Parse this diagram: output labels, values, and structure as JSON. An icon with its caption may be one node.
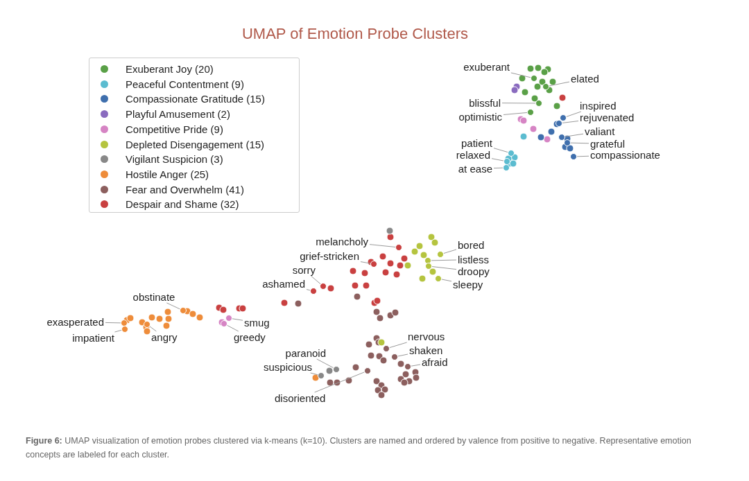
{
  "diagram": {
    "title": "UMAP of Emotion Probe Clusters",
    "caption": "**Figure 6:** UMAP visualization of emotion probes clustered via k-means (k=10). Clusters are named and ordered by valence from positive to negative. Representative emotion concepts are labeled for each cluster.",
    "nodes": [
      {
        "text": [
          "exuberant"
        ]
      },
      {
        "text": [],
        "shape": "circle"
      },
      {
        "text": [
          "elated"
        ]
      },
      {
        "text": [],
        "shape": "circle"
      },
      {
        "text": [
          "blissful"
        ]
      },
      {
        "text": [],
        "shape": "circle"
      },
      {
        "text": [
          "inspired"
        ]
      },
      {
        "text": [],
        "shape": "circle"
      },
      {
        "text": [
          "optimistic"
        ]
      },
      {
        "text": [],
        "shape": "circle"
      },
      {
        "text": [
          "rejuvenated"
        ]
      },
      {
        "text": [],
        "shape": "circle"
      },
      {
        "text": [
          "valiant"
        ]
      },
      {
        "text": [],
        "shape": "circle"
      },
      {
        "text": [
          "patient"
        ]
      },
      {
        "text": [],
        "shape": "circle"
      },
      {
        "text": [
          "grateful"
        ]
      },
      {
        "text": [],
        "shape": "circle"
      },
      {
        "text": [
          "relaxed"
        ]
      },
      {
        "text": [],
        "shape": "circle"
      },
      {
        "text": [
          "compassionate"
        ]
      },
      {
        "text": [],
        "shape": "circle"
      },
      {
        "text": [
          "at ease"
        ]
      },
      {
        "text": [],
        "shape": "circle"
      },
      {
        "text": [
          "melancholy"
        ]
      },
      {
        "text": [],
        "shape": "circle"
      },
      {
        "text": [
          "bored"
        ]
      },
      {
        "text": [],
        "shape": "circle"
      },
      {
        "text": [
          "grief-stricken"
        ]
      },
      {
        "text": [],
        "shape": "circle"
      },
      {
        "text": [
          "listless"
        ]
      },
      {
        "text": [],
        "shape": "circle"
      },
      {
        "text": [
          "sorry"
        ]
      },
      {
        "text": [],
        "shape": "circle"
      },
      {
        "text": [
          "droopy"
        ]
      },
      {
        "text": [],
        "shape": "circle"
      },
      {
        "text": [
          "ashamed"
        ]
      },
      {
        "text": [],
        "shape": "circle"
      },
      {
        "text": [
          "sleepy"
        ]
      },
      {
        "text": [],
        "shape": "circle"
      },
      {
        "text": [
          "obstinate"
        ]
      },
      {
        "text": [],
        "shape": "circle"
      },
      {
        "text": [
          "exasperated"
        ]
      },
      {
        "text": [],
        "shape": "circle"
      },
      {
        "text": [
          "smug"
        ]
      },
      {
        "text": [],
        "shape": "circle"
      },
      {
        "text": [
          "impatient"
        ]
      },
      {
        "text": [],
        "shape": "circle"
      },
      {
        "text": [
          "angry"
        ]
      },
      {
        "text": [],
        "shape": "circle"
      },
      {
        "text": [
          "greedy"
        ]
      },
      {
        "text": [],
        "shape": "circle"
      },
      {
        "text": [
          "nervous"
        ]
      },
      {
        "text": [],
        "shape": "circle"
      },
      {
        "text": [
          "shaken"
        ]
      },
      {
        "text": [],
        "shape": "circle"
      },
      {
        "text": [
          "paranoid"
        ]
      },
      {
        "text": [],
        "shape": "circle"
      },
      {
        "text": [
          "afraid"
        ]
      },
      {
        "text": [],
        "shape": "circle"
      },
      {
        "text": [
          "suspicious"
        ]
      },
      {
        "text": [],
        "shape": "circle"
      },
      {
        "text": [
          "disoriented"
        ]
      },
      {
        "text": [],
        "shape": "circle"
      }
    ],
    "edges": [
      {
        "from": 0,
        "to": 1,
        "arrow": "none"
      },
      {
        "from": 2,
        "to": 3,
        "arrow": "none"
      },
      {
        "from": 4,
        "to": 5,
        "arrow": "none"
      },
      {
        "from": 6,
        "to": 7,
        "arrow": "none"
      },
      {
        "from": 8,
        "to": 9,
        "arrow": "none"
      },
      {
        "from": 10,
        "to": 11,
        "arrow": "none"
      },
      {
        "from": 12,
        "to": 13,
        "arrow": "none"
      },
      {
        "from": 14,
        "to": 15,
        "arrow": "none"
      },
      {
        "from": 16,
        "to": 17,
        "arrow": "none"
      },
      {
        "from": 18,
        "to": 19,
        "arrow": "none"
      },
      {
        "from": 20,
        "to": 21,
        "arrow": "none"
      },
      {
        "from": 22,
        "to": 23,
        "arrow": "none"
      },
      {
        "from": 24,
        "to": 25,
        "arrow": "none"
      },
      {
        "from": 26,
        "to": 27,
        "arrow": "none"
      },
      {
        "from": 28,
        "to": 29,
        "arrow": "none"
      },
      {
        "from": 30,
        "to": 31,
        "arrow": "none"
      },
      {
        "from": 32,
        "to": 33,
        "arrow": "none"
      },
      {
        "from": 34,
        "to": 35,
        "arrow": "none"
      },
      {
        "from": 36,
        "to": 37,
        "arrow": "none"
      },
      {
        "from": 38,
        "to": 39,
        "arrow": "none"
      },
      {
        "from": 40,
        "to": 41,
        "arrow": "none"
      },
      {
        "from": 42,
        "to": 43,
        "arrow": "none"
      },
      {
        "from": 44,
        "to": 45,
        "arrow": "none"
      },
      {
        "from": 46,
        "to": 47,
        "arrow": "none"
      },
      {
        "from": 48,
        "to": 49,
        "arrow": "none"
      },
      {
        "from": 50,
        "to": 51,
        "arrow": "none"
      },
      {
        "from": 52,
        "to": 53,
        "arrow": "none"
      },
      {
        "from": 54,
        "to": 55,
        "arrow": "none"
      },
      {
        "from": 56,
        "to": 57,
        "arrow": "none"
      },
      {
        "from": 58,
        "to": 59,
        "arrow": "none"
      },
      {
        "from": 60,
        "to": 61,
        "arrow": "none"
      },
      {
        "from": 62,
        "to": 63,
        "arrow": "none"
      }
    ],
    "legend": [
      {
        "text": "Exuberant Joy (20)",
        "color": "#5aa047"
      },
      {
        "text": "Peaceful Contentment (9)",
        "color": "#5bbcd0"
      },
      {
        "text": "Compassionate Gratitude (15)",
        "color": "#3f6fad"
      },
      {
        "text": "Playful Amusement (2)",
        "color": "#8a6bbf"
      },
      {
        "text": "Competitive Pride (9)",
        "color": "#d684c4"
      },
      {
        "text": "Depleted Disengagement (15)",
        "color": "#b5c43f"
      },
      {
        "text": "Vigilant Suspicion (3)",
        "color": "#888888"
      },
      {
        "text": "Hostile Anger (25)",
        "color": "#ee8c3a"
      },
      {
        "text": "Fear and Overwhelm (41)",
        "color": "#8c5f5e"
      },
      {
        "text": "Despair and Shame (32)",
        "color": "#c94040"
      }
    ]
  }
}
